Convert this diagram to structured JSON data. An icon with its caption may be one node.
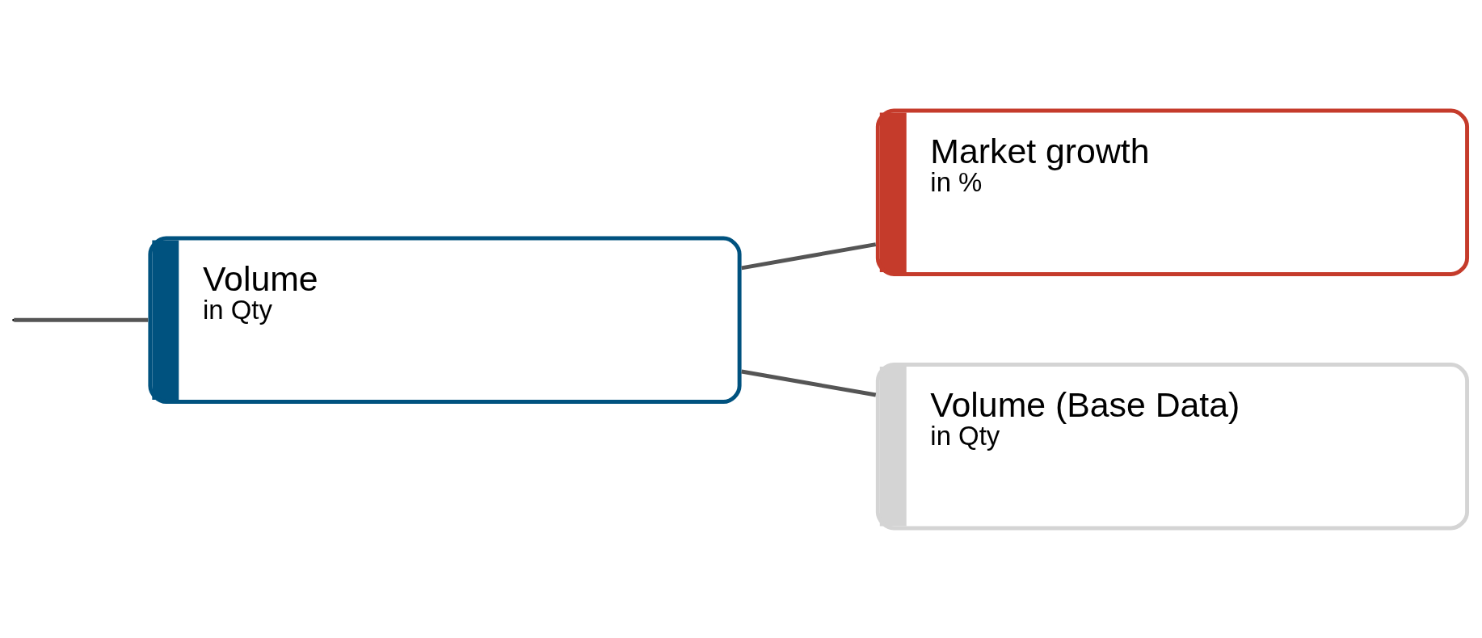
{
  "diagram": {
    "nodes": [
      {
        "text": [
          "Volume",
          "in Qty"
        ]
      },
      {
        "text": [
          "Market growth",
          "in %"
        ]
      },
      {
        "text": [
          "Volume (Base Data)",
          "in Qty"
        ]
      }
    ],
    "edges": [
      {
        "from": null,
        "to": 0,
        "arrow": "none"
      },
      {
        "from": 0,
        "to": 1,
        "arrow": "none"
      },
      {
        "from": 0,
        "to": 2,
        "arrow": "none"
      }
    ]
  }
}
